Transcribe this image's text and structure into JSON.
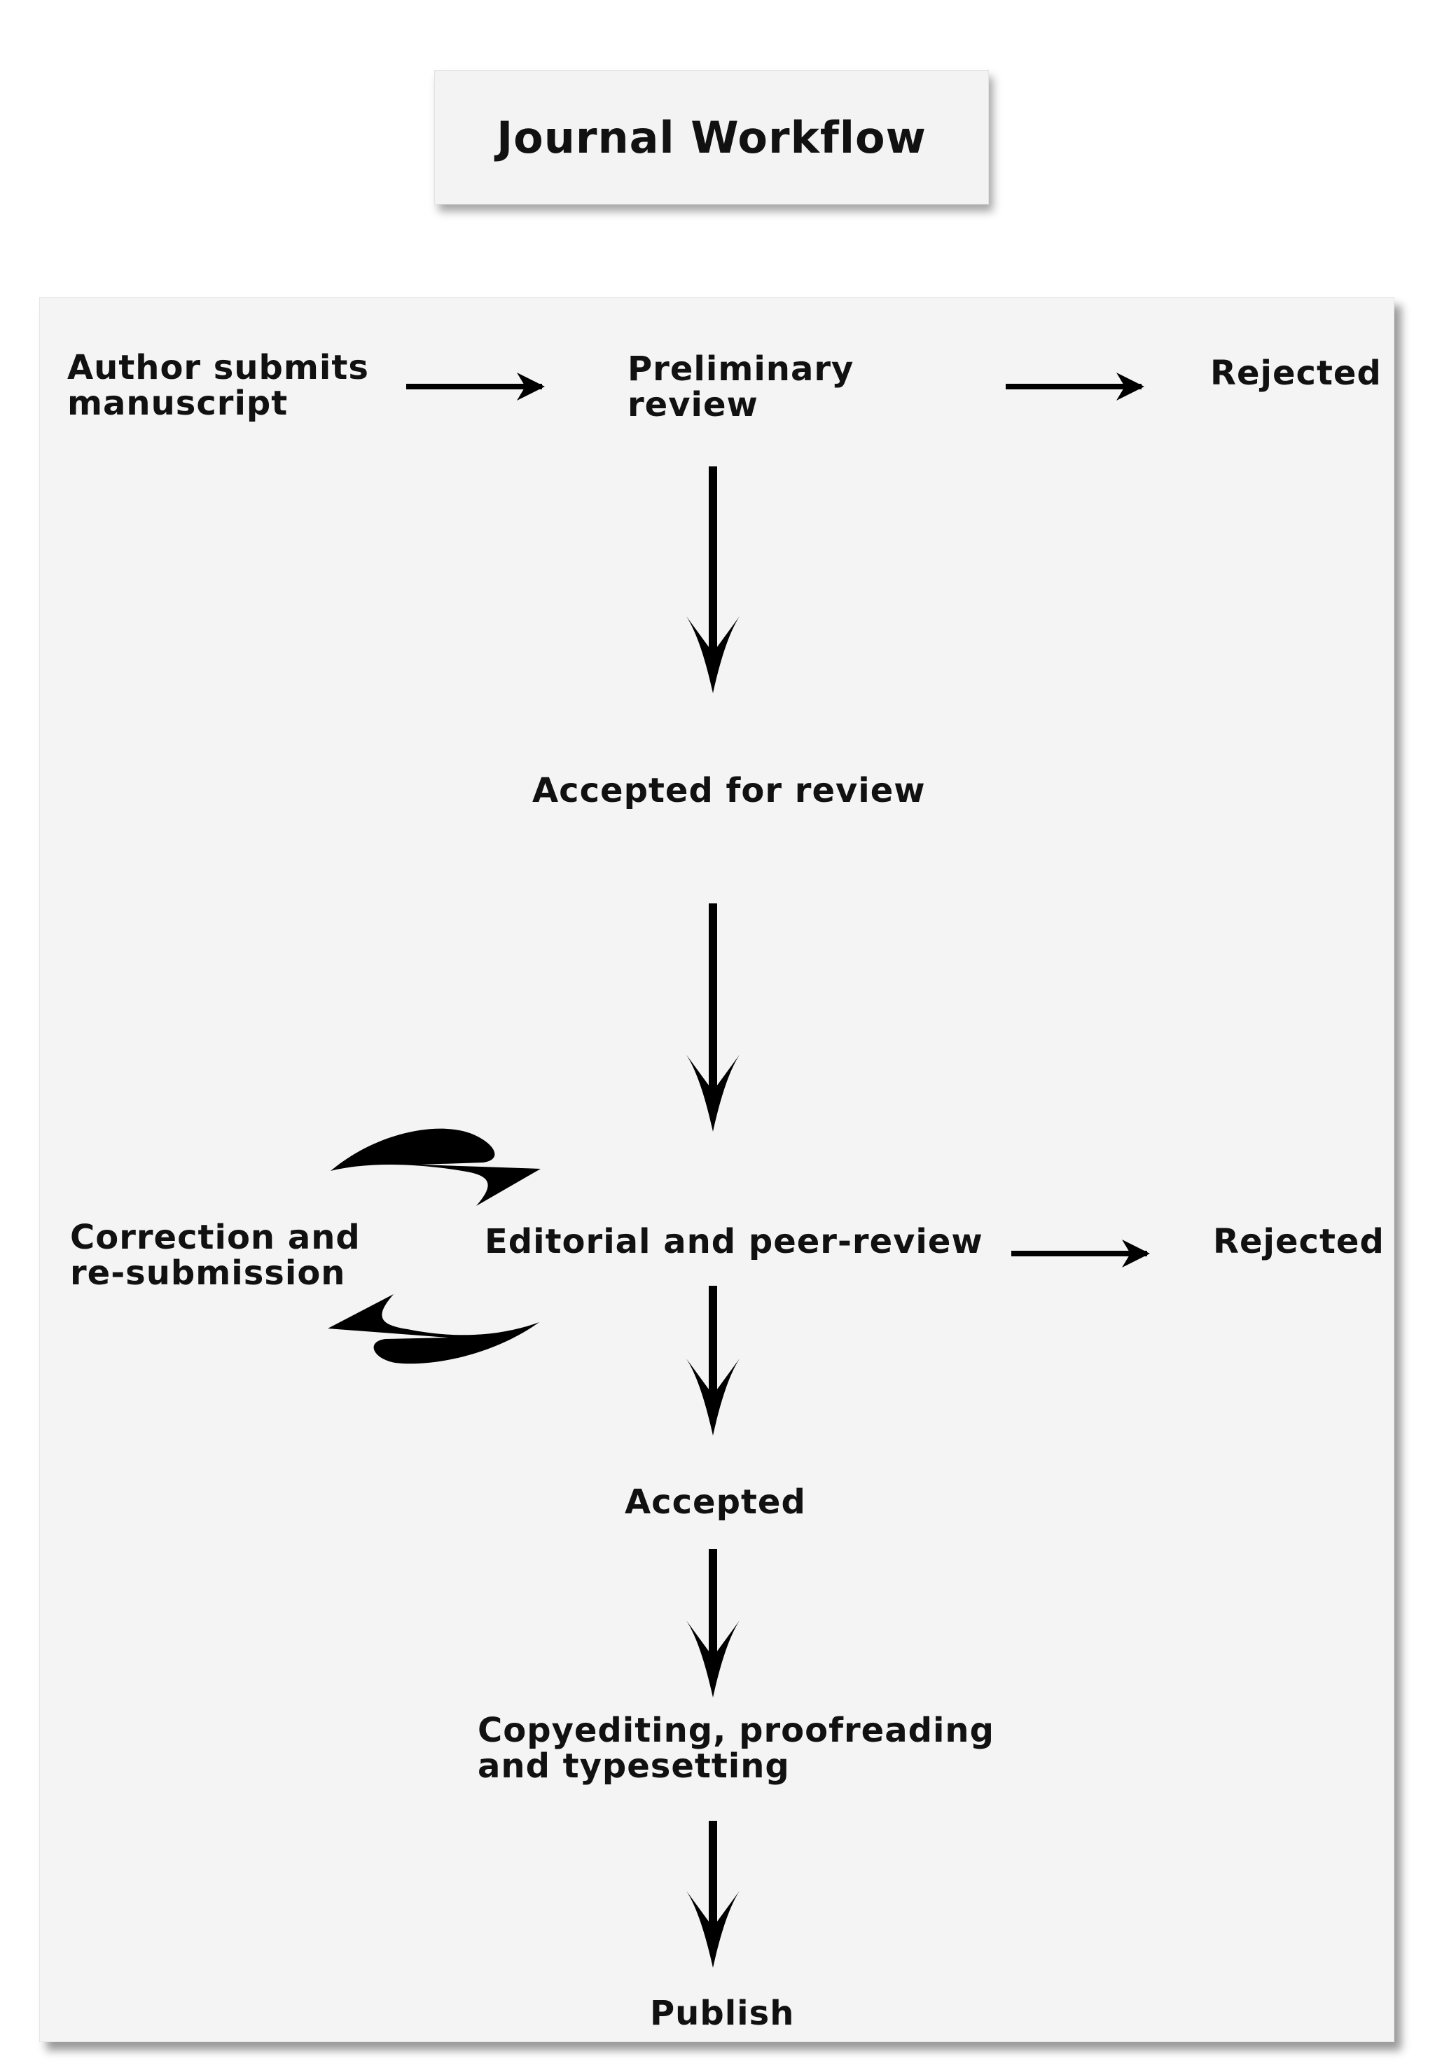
{
  "title": "Journal Workflow",
  "nodes": {
    "author_submits": [
      "Author submits",
      "manuscript"
    ],
    "preliminary_review": [
      "Preliminary",
      "review"
    ],
    "rejected_1": "Rejected",
    "accepted_for_review": "Accepted for review",
    "correction": [
      "Correction and",
      "re-submission"
    ],
    "editorial_review": "Editorial and peer-review",
    "rejected_2": "Rejected",
    "accepted": "Accepted",
    "copyediting": [
      "Copyediting, proofreading",
      "and typesetting"
    ],
    "publish": "Publish"
  },
  "edges": [
    {
      "from": "Author submits manuscript",
      "to": "Preliminary review"
    },
    {
      "from": "Preliminary review",
      "to": "Rejected"
    },
    {
      "from": "Preliminary review",
      "to": "Accepted for review"
    },
    {
      "from": "Accepted for review",
      "to": "Editorial and peer-review"
    },
    {
      "from": "Editorial and peer-review",
      "to": "Correction and re-submission"
    },
    {
      "from": "Correction and re-submission",
      "to": "Editorial and peer-review"
    },
    {
      "from": "Editorial and peer-review",
      "to": "Rejected"
    },
    {
      "from": "Editorial and peer-review",
      "to": "Accepted"
    },
    {
      "from": "Accepted",
      "to": "Copyediting, proofreading and typesetting"
    },
    {
      "from": "Copyediting, proofreading and typesetting",
      "to": "Publish"
    }
  ],
  "colors": {
    "panel": "#f4f4f4",
    "title_box": "#f3f3f3",
    "ink": "#000000"
  }
}
